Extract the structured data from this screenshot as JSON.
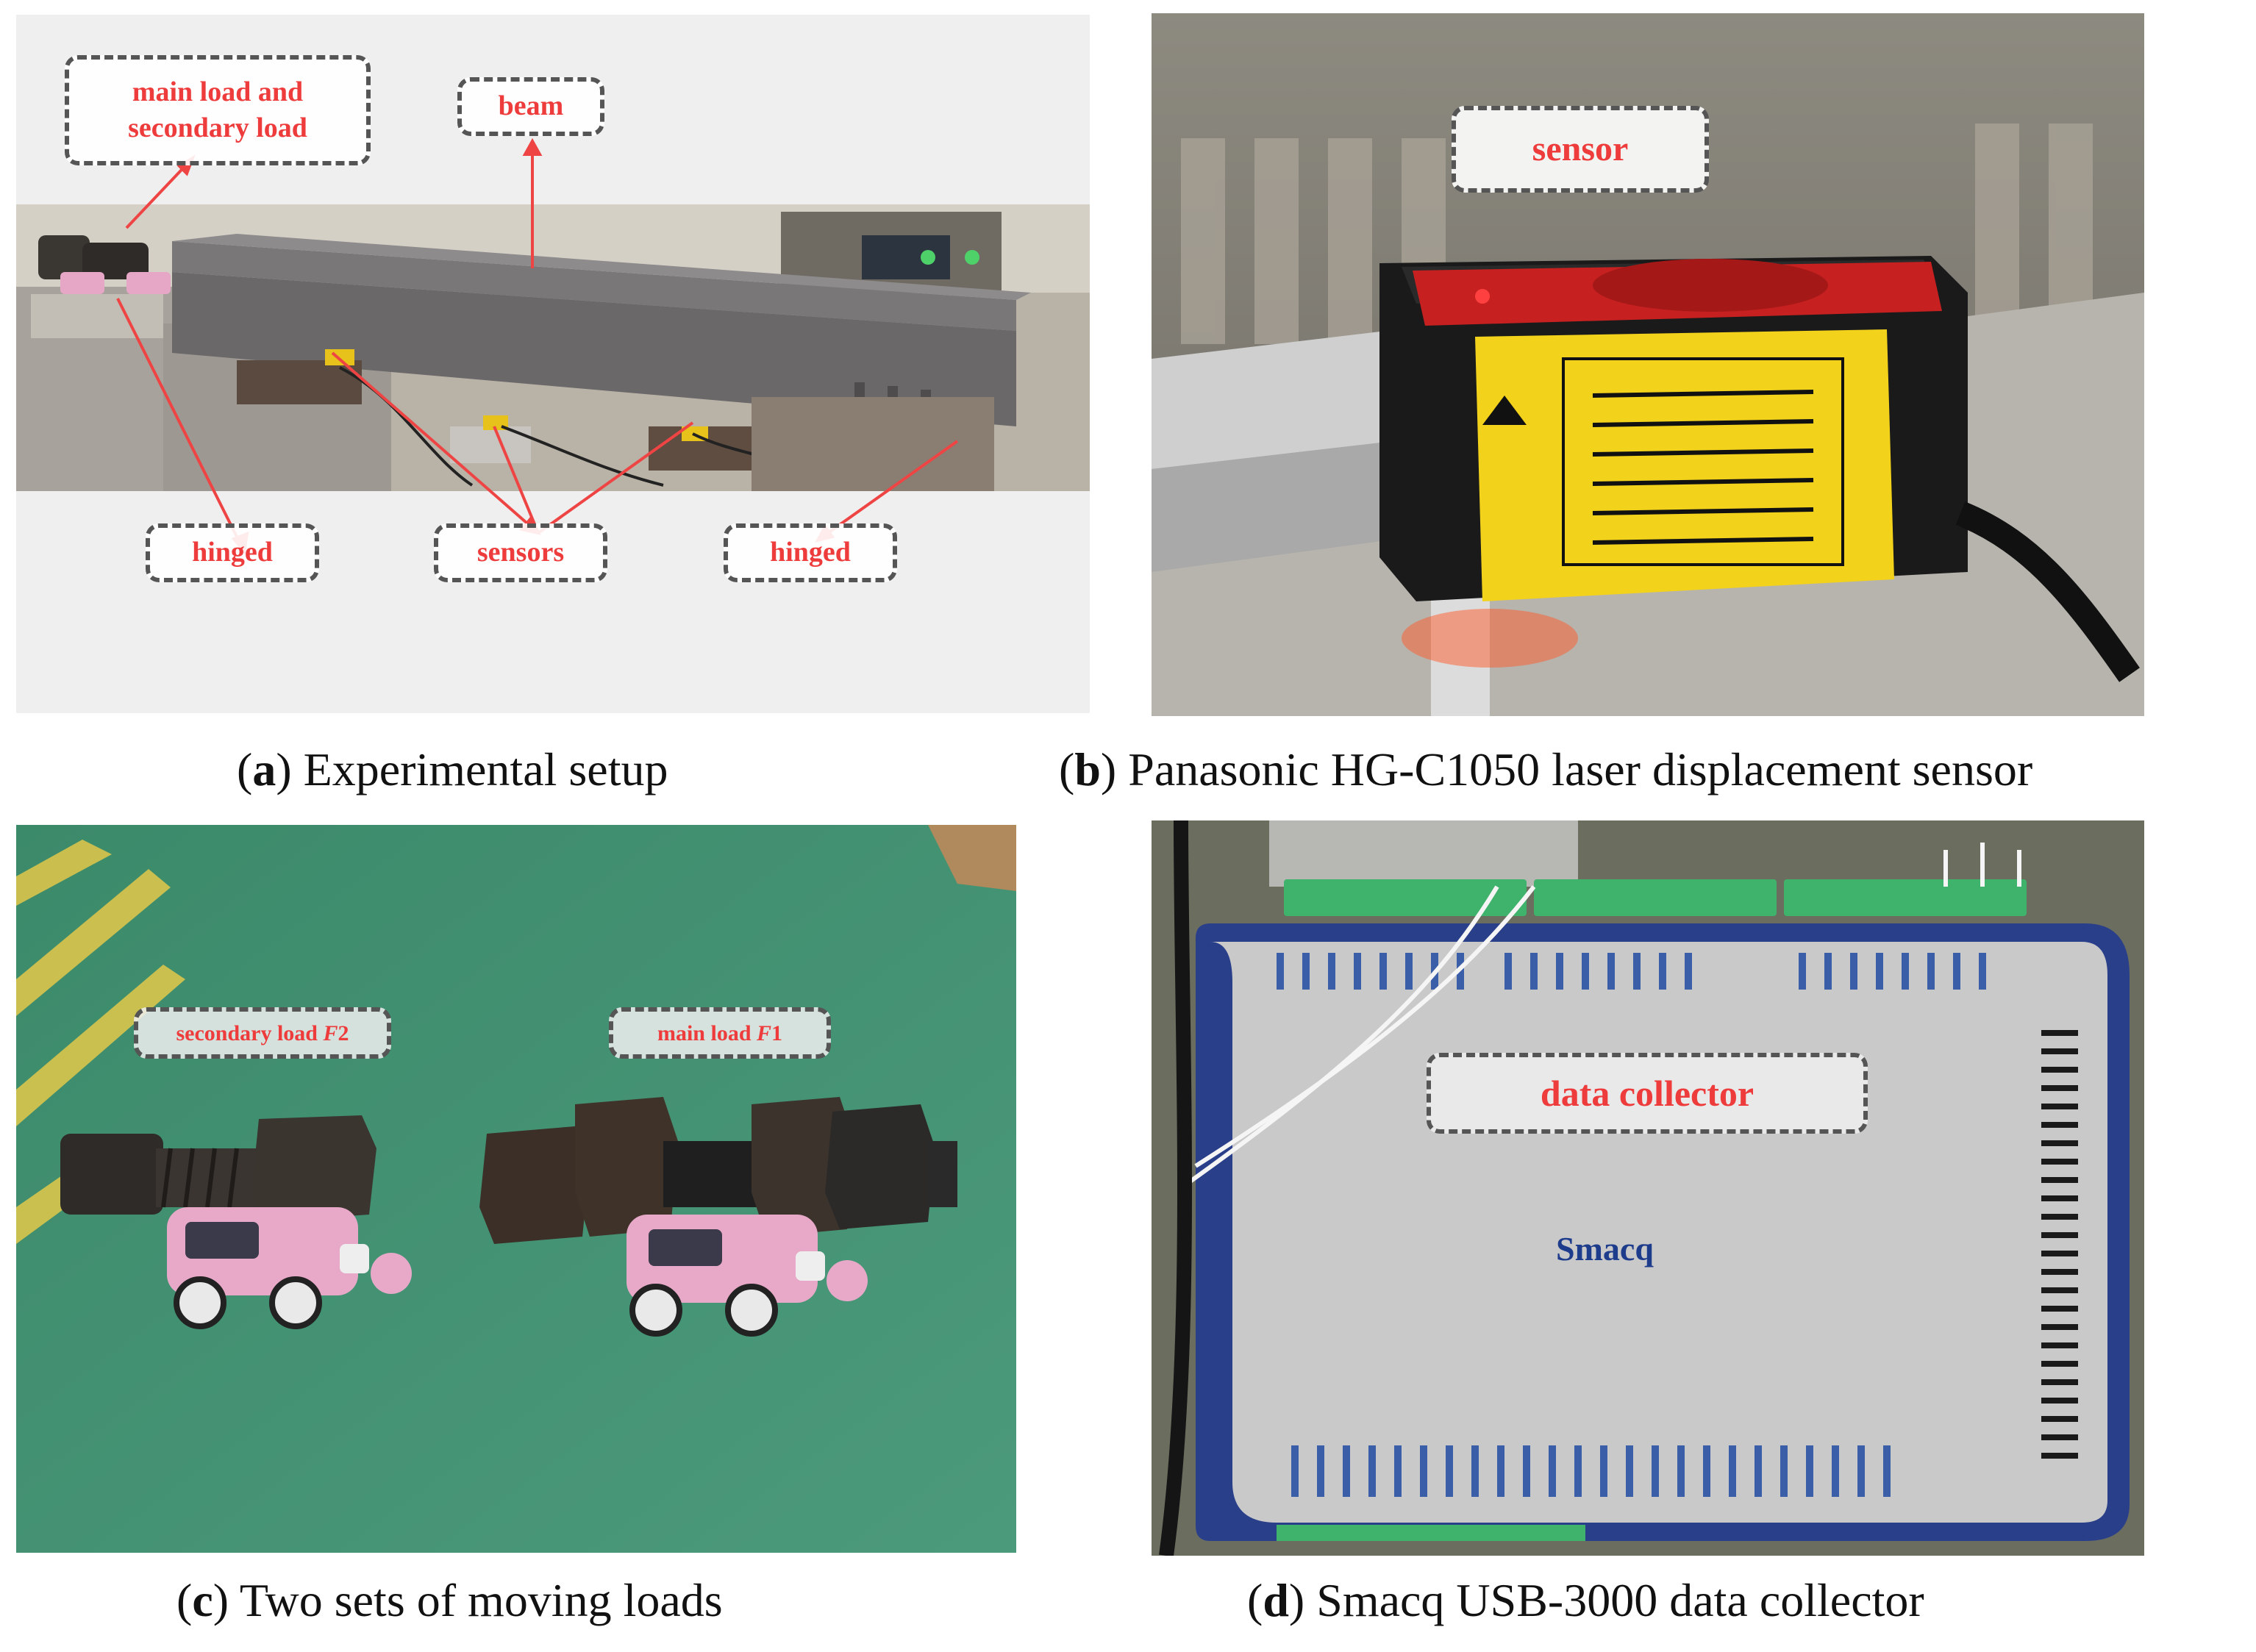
{
  "panels": {
    "a": {
      "caption_letter": "a",
      "caption_text": "Experimental setup",
      "labels": {
        "main_load_line1": "main load and",
        "main_load_line2": "secondary load",
        "beam": "beam",
        "hinged_left": "hinged",
        "sensors": "sensors",
        "hinged_right": "hinged"
      }
    },
    "b": {
      "caption_letter": "b",
      "caption_text": "Panasonic HG-C1050 laser displacement sensor",
      "labels": {
        "sensor": "sensor"
      },
      "colors": {
        "sensor_body": "#1a1a1a",
        "warning_label": "#f2d21b",
        "window": "#c62020"
      }
    },
    "c": {
      "caption_letter": "c",
      "caption_text": "Two sets of moving loads",
      "labels": {
        "secondary_text": "secondary load ",
        "secondary_symbol": "F",
        "secondary_index": "2",
        "main_text": "main load ",
        "main_symbol": "F",
        "main_index": "1"
      },
      "colors": {
        "floor": "#3f8a6e",
        "toy_car": "#e8a9c8"
      }
    },
    "d": {
      "caption_letter": "d",
      "caption_text": "Smacq USB-3000 data collector",
      "labels": {
        "data_collector": "data collector",
        "brand": "Smacq"
      },
      "colors": {
        "device_body": "#c9c9c9",
        "device_edge": "#2a3f8a",
        "terminal": "#3fb36b"
      }
    }
  }
}
